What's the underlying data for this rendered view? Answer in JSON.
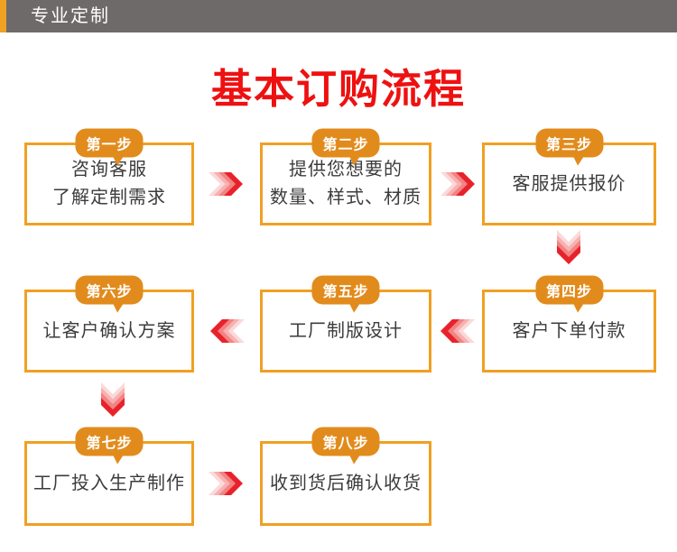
{
  "header": {
    "title": "专业定制"
  },
  "page_title": "基本订购流程",
  "steps": [
    {
      "badge": "第一步",
      "lines": [
        "咨询客服",
        "了解定制需求"
      ]
    },
    {
      "badge": "第二步",
      "lines": [
        "提供您想要的",
        "数量、样式、材质"
      ]
    },
    {
      "badge": "第三步",
      "lines": [
        "客服提供报价"
      ]
    },
    {
      "badge": "第四步",
      "lines": [
        "客户下单付款"
      ]
    },
    {
      "badge": "第五步",
      "lines": [
        "工厂制版设计"
      ]
    },
    {
      "badge": "第六步",
      "lines": [
        "让客户确认方案"
      ]
    },
    {
      "badge": "第七步",
      "lines": [
        "工厂投入生产制作"
      ]
    },
    {
      "badge": "第八步",
      "lines": [
        "收到货后确认收货"
      ]
    }
  ],
  "flow": {
    "arrow_directions": [
      "right",
      "right",
      "down",
      "left",
      "left",
      "down",
      "right"
    ]
  },
  "colors": {
    "accent_orange": "#f0a023",
    "badge_orange": "#e28b1d",
    "title_red": "#ee1111",
    "arrow_red": "#e8222b",
    "header_gray": "#6e6a69",
    "text_dark": "#3c3c3c"
  }
}
